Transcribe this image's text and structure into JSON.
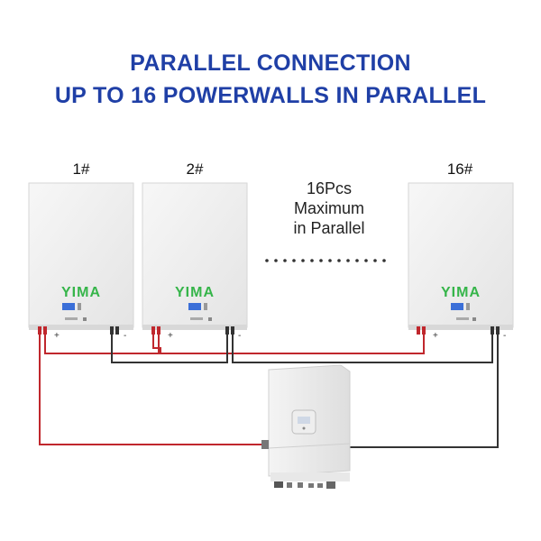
{
  "title": {
    "line1": "PARALLEL CONNECTION",
    "line2": "UP TO 16 POWERWALLS IN PARALLEL"
  },
  "batteries": [
    {
      "number": "1#",
      "brand": "YIMA"
    },
    {
      "number": "2#",
      "brand": "YIMA"
    },
    {
      "number": "16#",
      "brand": "YIMA"
    }
  ],
  "note": {
    "line1": "16Pcs",
    "line2": "Maximum",
    "line3": "in Parallel"
  },
  "terminal_labels": {
    "positive": "+",
    "negative": "-"
  },
  "colors": {
    "title": "#1f3fa6",
    "brand": "#36b54a",
    "positive_wire": "#c0272d",
    "negative_wire": "#333333",
    "display": "#3b6fd8"
  }
}
